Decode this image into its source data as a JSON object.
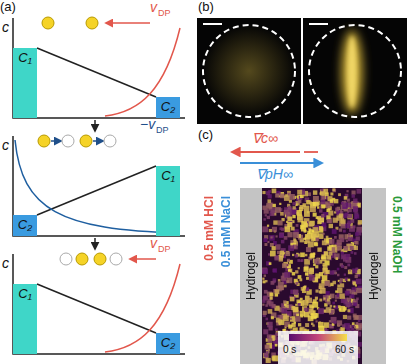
{
  "diagram": {
    "nodes": [
      {
        "text": [
          "C₁"
        ]
      },
      {
        "text": [
          "C₂"
        ]
      },
      {
        "text": [
          "C₂"
        ]
      },
      {
        "text": [
          "C₁"
        ]
      },
      {
        "text": [
          "C₁"
        ]
      },
      {
        "text": [
          "C₂"
        ]
      },
      {
        "text": [
          "Hydrogel"
        ]
      },
      {
        "text": [
          "Hydrogel"
        ]
      }
    ],
    "labels": [
      "(a)",
      "c",
      "v",
      "DP",
      "c",
      "−v",
      "DP",
      "c",
      "v",
      "DP",
      "(b)",
      "(c)",
      "∇c∞",
      "∇pH∞",
      "0.5 mM HCl",
      "0.5 mM NaCl",
      "0.5 mM NaOH",
      "0 s",
      "60 s"
    ]
  }
}
